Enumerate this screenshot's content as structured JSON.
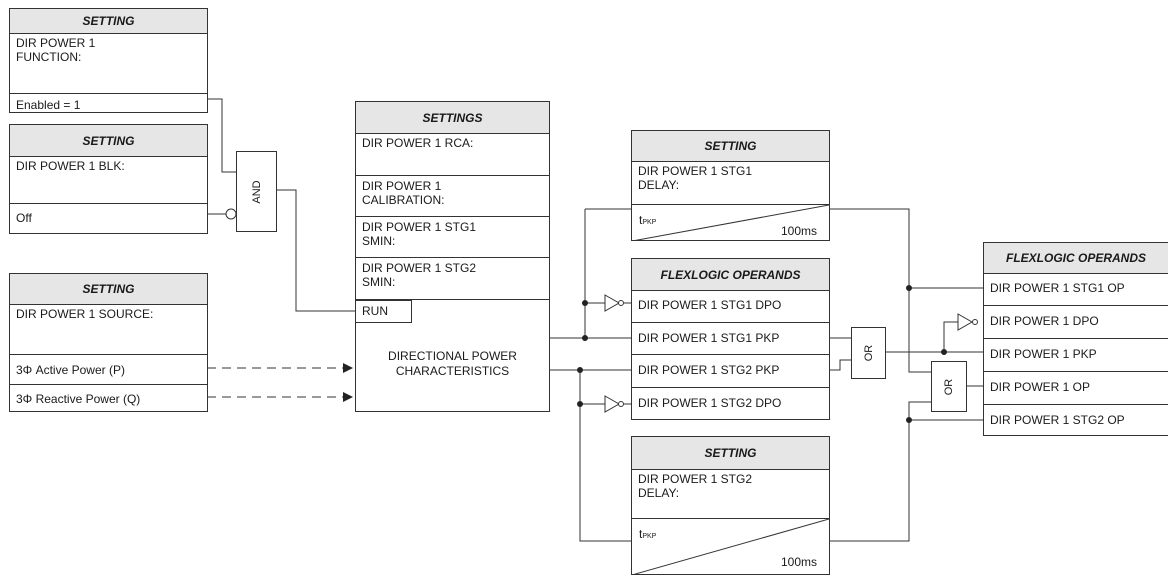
{
  "blocks": {
    "function_setting": {
      "header": "SETTING",
      "name": "DIR POWER 1\nFUNCTION:",
      "value": "Enabled = 1"
    },
    "blk_setting": {
      "header": "SETTING",
      "name": "DIR POWER 1 BLK:",
      "value": "Off"
    },
    "source_setting": {
      "header": "SETTING",
      "name": "DIR POWER 1 SOURCE:",
      "active": "3Φ Active Power (P)",
      "reactive": "3Φ Reactive Power (Q)"
    },
    "main_settings": {
      "header": "SETTINGS",
      "rca": "DIR POWER 1 RCA:",
      "calibration": "DIR POWER 1\nCALIBRATION:",
      "stg1_smin": "DIR POWER 1 STG1\nSMIN:",
      "stg2_smin": "DIR POWER 1 STG2\nSMIN:",
      "run": "RUN",
      "characteristics": "DIRECTIONAL POWER\nCHARACTERISTICS"
    },
    "stg1_delay": {
      "header": "SETTING",
      "name": "DIR POWER 1 STG1\nDELAY:",
      "tpkp_main": "t",
      "tpkp_sub": "PKP",
      "time": "100ms"
    },
    "stg2_delay": {
      "header": "SETTING",
      "name": "DIR POWER 1 STG2\nDELAY:",
      "tpkp_main": "t",
      "tpkp_sub": "PKP",
      "time": "100ms"
    },
    "mid_operands": {
      "header": "FLEXLOGIC OPERANDS",
      "items": [
        "DIR POWER 1 STG1 DPO",
        "DIR POWER 1 STG1 PKP",
        "DIR POWER 1 STG2 PKP",
        "DIR POWER 1 STG2 DPO"
      ]
    },
    "right_operands": {
      "header": "FLEXLOGIC OPERANDS",
      "items": [
        "DIR POWER 1 STG1 OP",
        "DIR POWER 1 DPO",
        "DIR POWER 1 PKP",
        "DIR POWER 1 OP",
        "DIR POWER 1 STG2 OP"
      ]
    }
  },
  "gates": {
    "and": "AND",
    "or_pkp": "OR",
    "or_op": "OR"
  }
}
